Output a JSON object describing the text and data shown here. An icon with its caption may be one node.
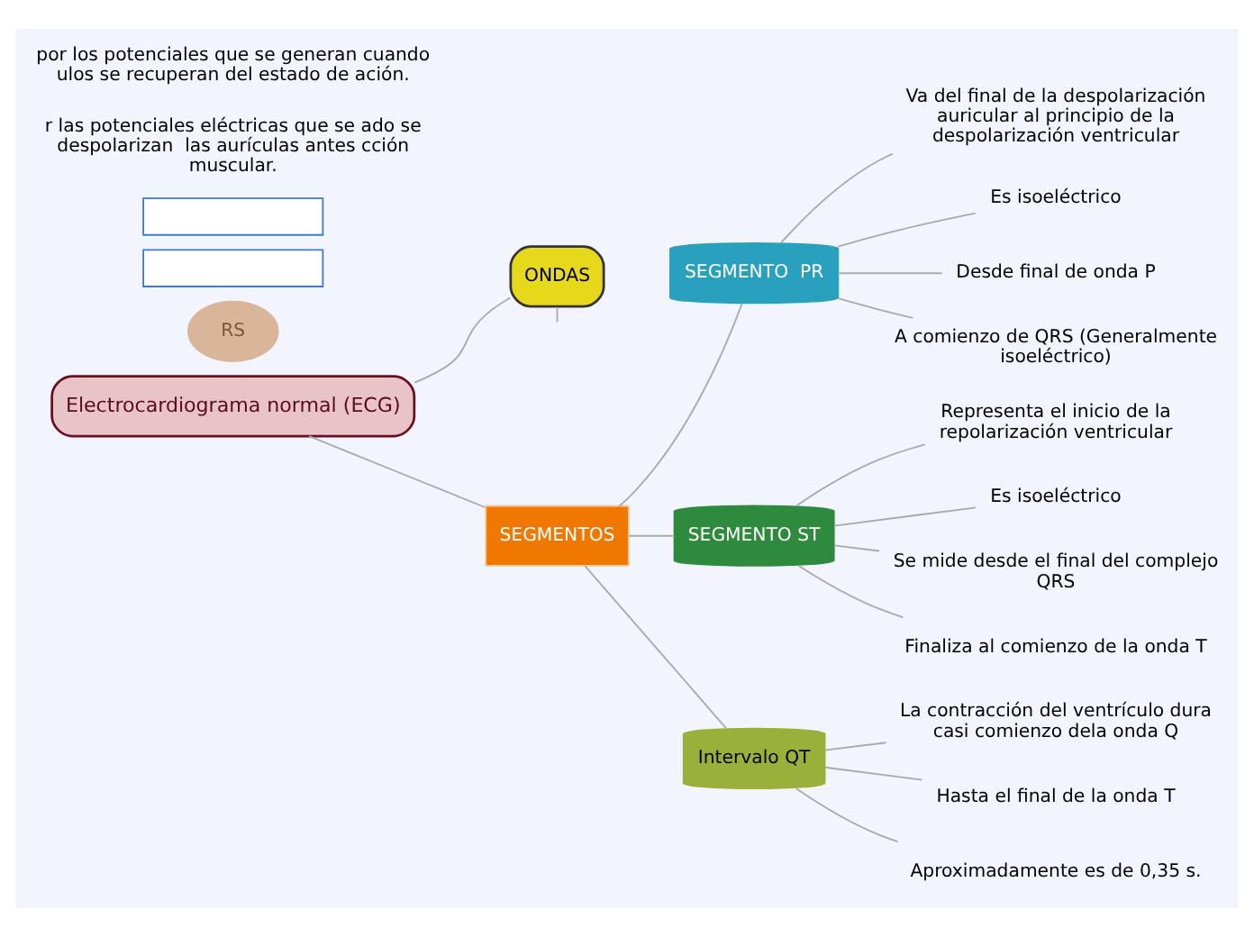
{
  "diagram": {
    "nodes": [
      {
        "text": [
          "Electrocardiograma normal (ECG)"
        ]
      },
      {
        "text": [
          "ONDAS"
        ]
      },
      {
        "text": [
          "SEGMENTOS"
        ]
      },
      {
        "text": [
          "SEGMENTO  PR"
        ]
      },
      {
        "text": [
          "SEGMENTO ST"
        ]
      },
      {
        "text": [
          "Intervalo QT"
        ]
      },
      {
        "text": [
          "Va del final de la despolarización auricular al principio de la despolarización ventricular"
        ]
      },
      {
        "text": [
          "Es isoeléctrico"
        ]
      },
      {
        "text": [
          "Desde final de onda P"
        ]
      },
      {
        "text": [
          "A comienzo de QRS (Generalmente isoeléctrico)"
        ]
      },
      {
        "text": [
          "Representa el inicio de la repolarización ventricular"
        ]
      },
      {
        "text": [
          "Es isoeléctrico"
        ]
      },
      {
        "text": [
          "Se mide desde el final del complejo QRS"
        ]
      },
      {
        "text": [
          "Finaliza al comienzo de la onda T"
        ]
      },
      {
        "text": [
          "La contracción del ventrículo dura casi comienzo dela onda Q"
        ]
      },
      {
        "text": [
          "Hasta el final de la onda T"
        ]
      },
      {
        "text": [
          "Aproximadamente es de 0,35 s."
        ]
      },
      {
        "text": [
          "RS"
        ]
      },
      {
        "text": [],
        "shape": "box"
      },
      {
        "text": [],
        "shape": "box"
      }
    ],
    "edges": [
      {
        "from": 0,
        "to": 1,
        "arrow": "none"
      },
      {
        "from": 0,
        "to": 2,
        "arrow": "none"
      },
      {
        "from": 1,
        "to": null,
        "arrow": "none"
      },
      {
        "from": 2,
        "to": 3,
        "arrow": "none"
      },
      {
        "from": 2,
        "to": 4,
        "arrow": "none"
      },
      {
        "from": 2,
        "to": 5,
        "arrow": "none"
      },
      {
        "from": 3,
        "to": 6,
        "arrow": "none"
      },
      {
        "from": 3,
        "to": 7,
        "arrow": "none"
      },
      {
        "from": 3,
        "to": 8,
        "arrow": "none"
      },
      {
        "from": 3,
        "to": 9,
        "arrow": "none"
      },
      {
        "from": 4,
        "to": 10,
        "arrow": "none"
      },
      {
        "from": 4,
        "to": 11,
        "arrow": "none"
      },
      {
        "from": 4,
        "to": 12,
        "arrow": "none"
      },
      {
        "from": 4,
        "to": 13,
        "arrow": "none"
      },
      {
        "from": 5,
        "to": 14,
        "arrow": "none"
      },
      {
        "from": 5,
        "to": 15,
        "arrow": "none"
      },
      {
        "from": 5,
        "to": 16,
        "arrow": "none"
      }
    ],
    "labels": [
      "r las potenciales eléctricas que se ado se despolarizan  las aurículas antes cción muscular.",
      "por los potenciales que se generan cuando ulos se recuperan del estado de ación."
    ]
  }
}
